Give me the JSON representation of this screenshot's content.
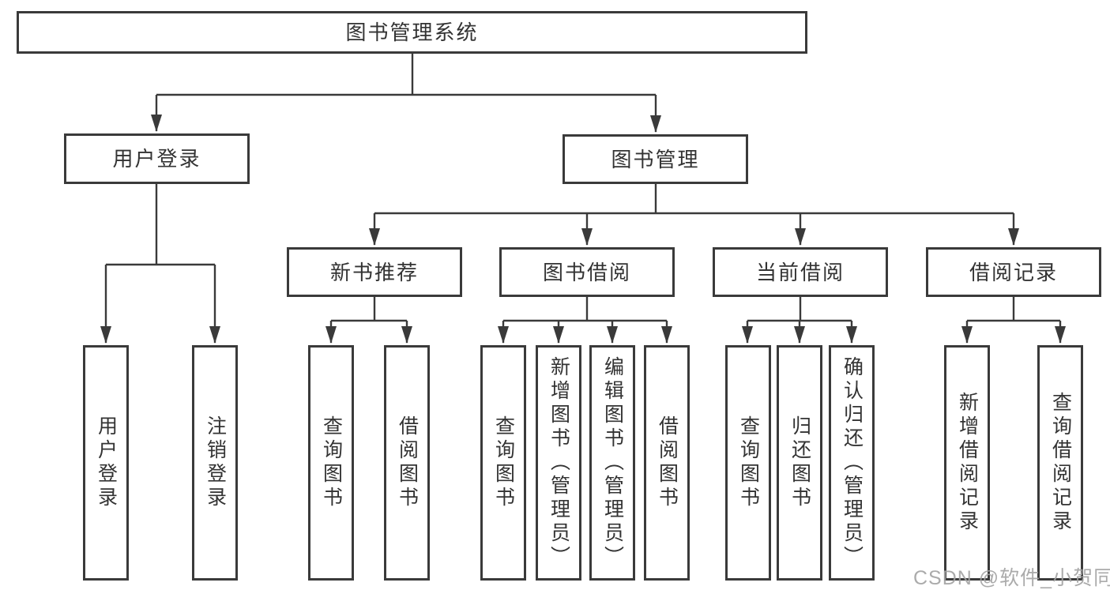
{
  "tree": {
    "label": "图书管理系统",
    "children": [
      {
        "label": "用户登录",
        "children": [
          {
            "label": "用户登录"
          },
          {
            "label": "注销登录"
          }
        ]
      },
      {
        "label": "图书管理",
        "children": [
          {
            "label": "新书推荐",
            "children": [
              {
                "label": "查询图书"
              },
              {
                "label": "借阅图书"
              }
            ]
          },
          {
            "label": "图书借阅",
            "children": [
              {
                "label": "查询图书"
              },
              {
                "label": "新增图书（管理员）"
              },
              {
                "label": "编辑图书（管理员）"
              },
              {
                "label": "借阅图书"
              }
            ]
          },
          {
            "label": "当前借阅",
            "children": [
              {
                "label": "查询图书"
              },
              {
                "label": "归还图书"
              },
              {
                "label": "确认归还（管理员）"
              }
            ]
          },
          {
            "label": "借阅记录",
            "children": [
              {
                "label": "新增借阅记录"
              },
              {
                "label": "查询借阅记录"
              }
            ]
          }
        ]
      }
    ]
  },
  "watermark": {
    "text": "CSDN @软件_小贺同学"
  },
  "colors": {
    "line_color": "#3a3a3a",
    "border_color": "#3a3a3a",
    "text_color": "#333333",
    "watermark_color": "#a3a3a3",
    "bg_color": "#ffffff"
  }
}
